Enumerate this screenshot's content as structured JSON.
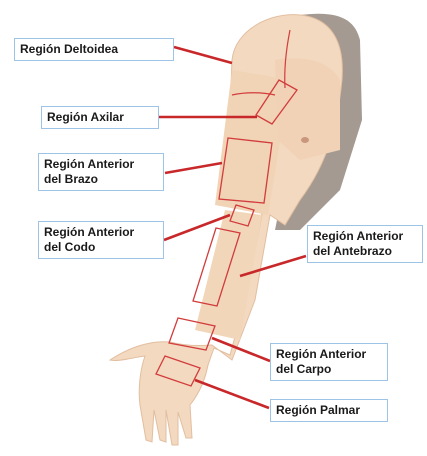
{
  "labels": {
    "deltoidea": "Región Deltoidea",
    "axilar": "Región Axilar",
    "anterior_brazo": "Región Anterior\ndel Brazo",
    "anterior_codo": "Región Anterior\ndel Codo",
    "anterior_antebrazo": "Región Anterior\ndel Antebrazo",
    "anterior_carpo": "Región Anterior\ndel Carpo",
    "palmar": "Región Palmar"
  },
  "colors": {
    "leader_line": "#c8282a",
    "region_outline": "#d23c3c",
    "label_border": "#9dc3e6",
    "skin": "#f3d9bf",
    "skin_shadow": "#e7c3a2",
    "chest_shadow": "#9a8f86"
  }
}
